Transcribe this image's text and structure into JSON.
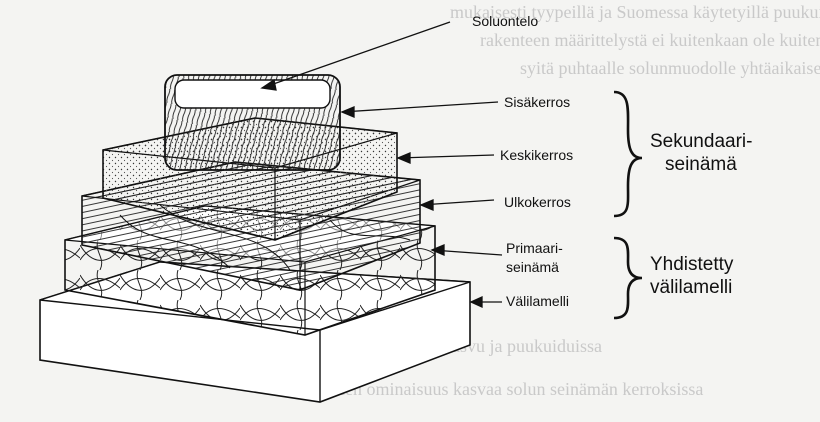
{
  "labels": {
    "soluontelo": "Soluontelo",
    "sisakerros": "Sisäkerros",
    "keskikerros": "Keskikerros",
    "ulkokerros": "Ulkokerros",
    "primaari_line1": "Primaari-",
    "primaari_line2": "seinämä",
    "valilamelli": "Välilamelli"
  },
  "groups": {
    "sekundaari_line1": "Sekundaari-",
    "sekundaari_line2": "seinämä",
    "yhdistetty_line1": "Yhdistetty",
    "yhdistetty_line2": "välilamelli"
  },
  "background_text": {
    "line_1": "mukaisesti tyypeillä ja Suomessa käytetyillä puukuituille",
    "line_2": "rakenteen määrittelystä ei kuitenkaan ole kuitenkin selvää",
    "line_3": "syitä puhtaalle solunmuodolle yhtäaikaisesti",
    "line_4": "olun syntyä kasvu ja puukuiduissa",
    "line_5": "tällainen ominaisuus kasvaa solun seinämän kerroksissa"
  },
  "colors": {
    "ink": "#111111",
    "paper": "#ffffff",
    "bleed": "#c9c9c9"
  }
}
